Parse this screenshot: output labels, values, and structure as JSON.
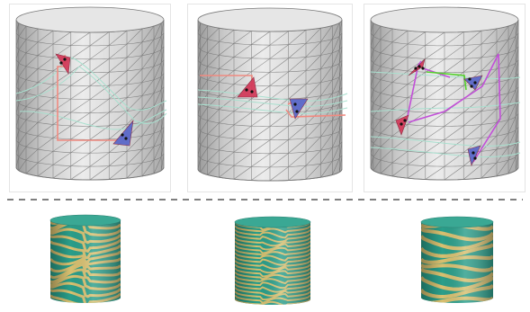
{
  "figure": {
    "panels": [
      {
        "id": "top-1",
        "mesh": "triangulated-cylinder",
        "markers": [
          "red-triangle",
          "blue-triangle"
        ],
        "path_color": "#f08a80",
        "field_lines_color": "#a9e0cf"
      },
      {
        "id": "top-2",
        "mesh": "triangulated-cylinder",
        "markers": [
          "red-triangle",
          "blue-triangle"
        ],
        "path_color": "#f08a80",
        "field_lines_color": "#a9e0cf"
      },
      {
        "id": "top-3",
        "mesh": "triangulated-cylinder",
        "markers": [
          "red-triangle",
          "blue-triangle",
          "red-triangle",
          "blue-triangle"
        ],
        "path_color": "#c24fd8",
        "accent_color": "#55d22e",
        "field_lines_color": "#a9e0cf"
      }
    ],
    "textures": [
      {
        "id": "bottom-1",
        "pattern": "wavy-stripes",
        "colors": [
          "#2a9e8a",
          "#d8c070"
        ]
      },
      {
        "id": "bottom-2",
        "pattern": "fine-stripes",
        "colors": [
          "#2a9e8a",
          "#d8c070"
        ]
      },
      {
        "id": "bottom-3",
        "pattern": "broad-stripes",
        "colors": [
          "#2a9e8a",
          "#d8c070"
        ]
      }
    ],
    "divider_style": "dashed"
  }
}
